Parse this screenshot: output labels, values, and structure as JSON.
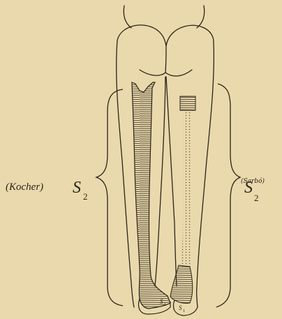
{
  "figure": {
    "left_label": "(Kocher)",
    "left_segment": "S",
    "left_segment_sub": "2",
    "right_segment": "S",
    "right_segment_sub": "2",
    "right_label": "(Sarbó)",
    "left_foot_mark": "S",
    "left_foot_sub": "1",
    "right_foot_mark": "S",
    "right_foot_sub": "1"
  },
  "colors": {
    "paper": "#ead9ac",
    "ink": "#2a241a",
    "hatch": "#4a4030"
  }
}
